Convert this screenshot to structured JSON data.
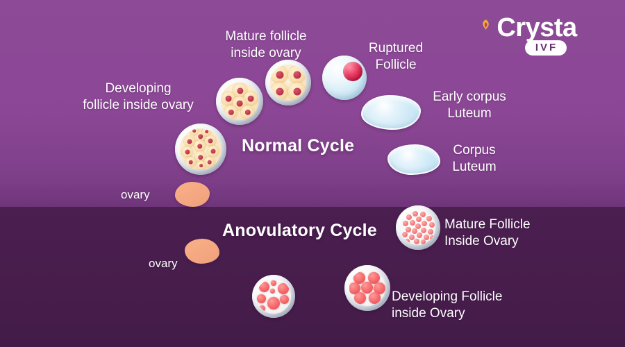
{
  "brand": {
    "name": "Crysta",
    "badge": "IVF",
    "mark_icon": "flame-in-circle-icon"
  },
  "sections": {
    "normal": {
      "title": "Normal Cycle",
      "ovary_label": "ovary",
      "labels": [
        {
          "id": "developing-follicle",
          "text": "Developing\nfollicle inside ovary"
        },
        {
          "id": "mature-follicle",
          "text": "Mature follicle\ninside ovary"
        },
        {
          "id": "ruptured-follicle",
          "text": "Ruptured\nFollicle"
        },
        {
          "id": "early-corpus-luteum",
          "text": "Early corpus\nLuteum"
        },
        {
          "id": "corpus-luteum",
          "text": "Corpus\nLuteum"
        }
      ]
    },
    "anovulatory": {
      "title": "Anovulatory Cycle",
      "ovary_label": "ovary",
      "labels": [
        {
          "id": "mature-follicle-inside-ovary",
          "text": "Mature Follicle\nInside Ovary"
        },
        {
          "id": "developing-follicle-inside-ovary",
          "text": "Developing Follicle\ninside Ovary"
        }
      ]
    }
  },
  "colors": {
    "top_background": "#8b4795",
    "bottom_background": "#471d4c",
    "text": "#ffffff",
    "ovary": "#f5a982",
    "luteum": "#cfe9f7",
    "ovum": "#c41c46",
    "follicle_cell_warm": "#fadfae",
    "follicle_cell_pink": "#f4676a"
  }
}
